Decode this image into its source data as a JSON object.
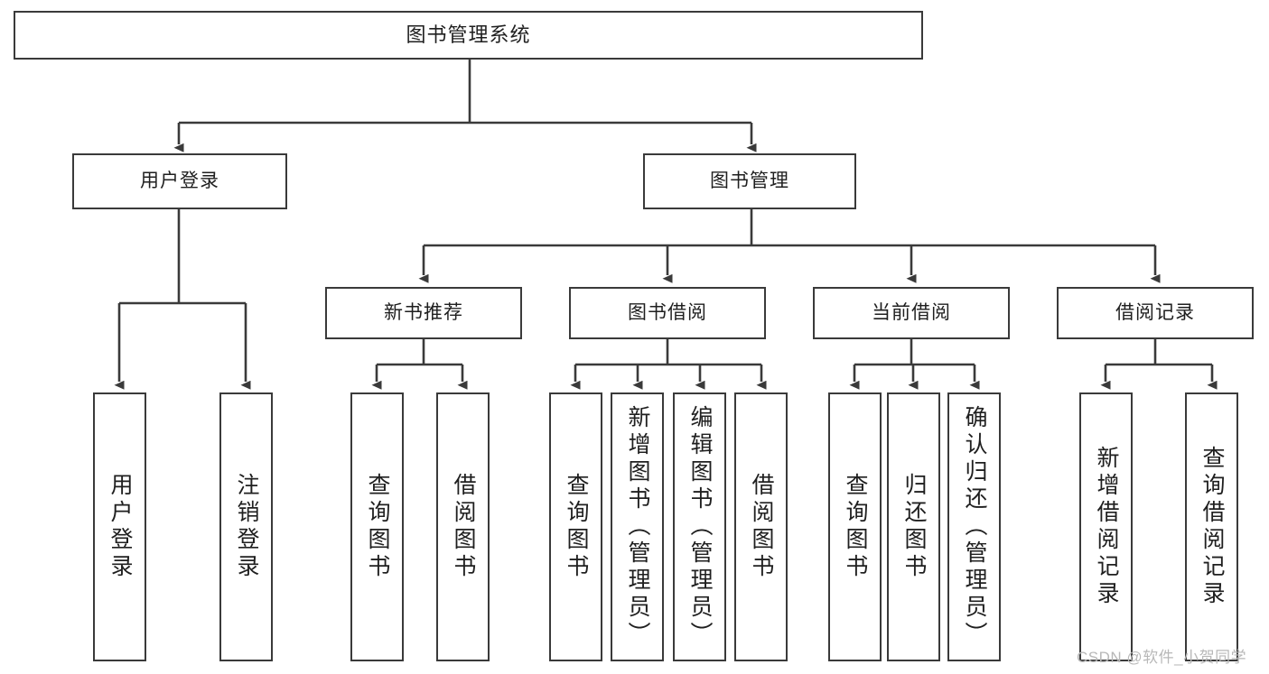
{
  "diagram": {
    "title": "图书管理系统",
    "type": "tree-hierarchy-diagram",
    "watermark": "CSDN @软件_小贺同学",
    "colors": {
      "box_border": "#3a3a3a",
      "box_fill": "#ffffff",
      "connector": "#3a3a3a",
      "text": "#1f1f1f",
      "watermark": "#b8b8b8"
    },
    "root": {
      "label": "图书管理系统"
    },
    "level2": [
      {
        "label": "用户登录"
      },
      {
        "label": "图书管理"
      }
    ],
    "level3": [
      {
        "label": "新书推荐"
      },
      {
        "label": "图书借阅"
      },
      {
        "label": "当前借阅"
      },
      {
        "label": "借阅记录"
      }
    ],
    "leaves": {
      "user_login": [
        {
          "label": "用户登录"
        },
        {
          "label": "注销登录"
        }
      ],
      "new_book_recommend": [
        {
          "label": "查询图书"
        },
        {
          "label": "借阅图书"
        }
      ],
      "book_borrow": [
        {
          "label": "查询图书"
        },
        {
          "label": "新增图书（管理员）"
        },
        {
          "label": "编辑图书（管理员）"
        },
        {
          "label": "借阅图书"
        }
      ],
      "current_borrow": [
        {
          "label": "查询图书"
        },
        {
          "label": "归还图书"
        },
        {
          "label": "确认归还（管理员）"
        }
      ],
      "borrow_record": [
        {
          "label": "新增借阅记录"
        },
        {
          "label": "查询借阅记录"
        }
      ]
    }
  }
}
